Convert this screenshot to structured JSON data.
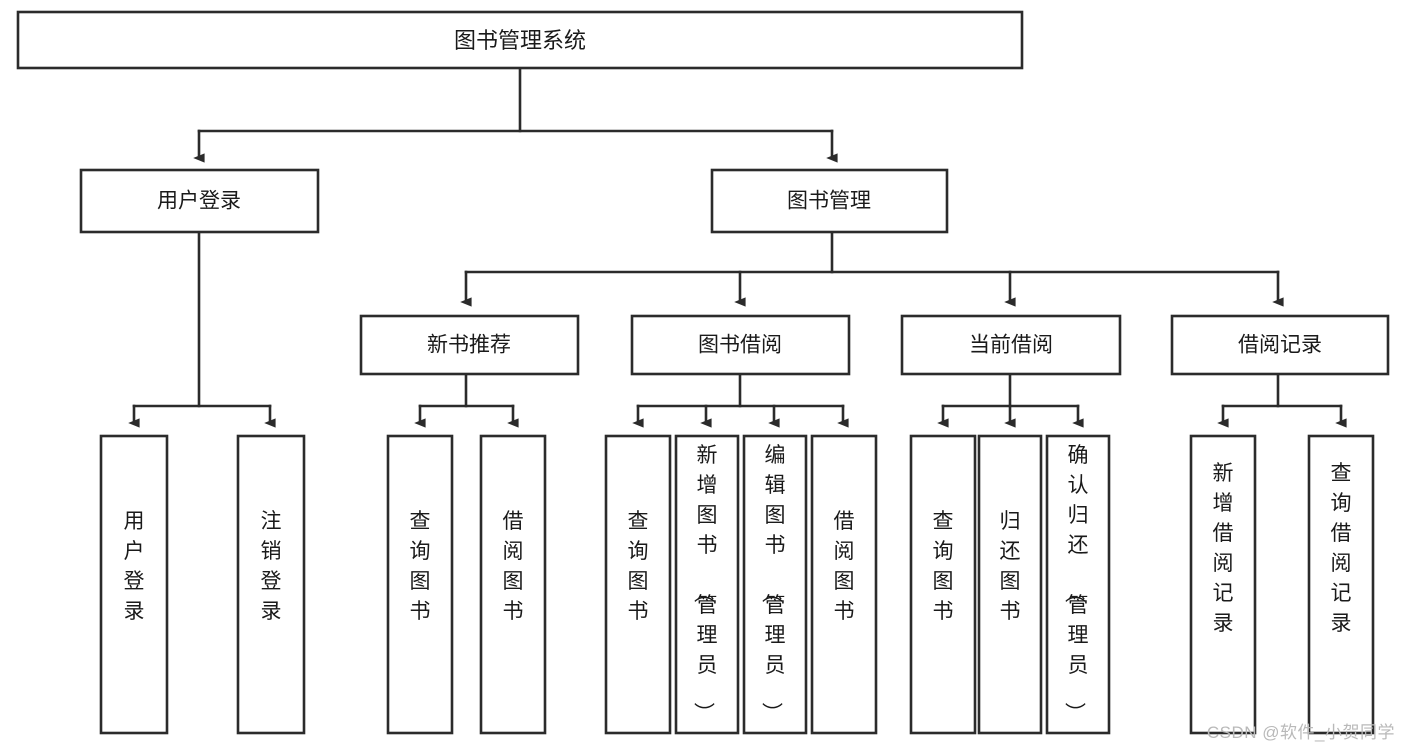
{
  "diagram": {
    "type": "tree",
    "title_node": "图书管理系统",
    "watermark": "CSDN @软件_小贺同学",
    "colors": {
      "stroke": "#2b2b2b",
      "fill": "#ffffff",
      "text": "#1a1a1a",
      "watermark": "#b9b9b9"
    },
    "root": {
      "label": "图书管理系统"
    },
    "level2": [
      {
        "label": "用户登录"
      },
      {
        "label": "图书管理"
      }
    ],
    "level3": [
      {
        "label": "新书推荐"
      },
      {
        "label": "图书借阅"
      },
      {
        "label": "当前借阅"
      },
      {
        "label": "借阅记录"
      }
    ],
    "leaves": {
      "user_login": [
        {
          "label": "用户登录"
        },
        {
          "label": "注销登录"
        }
      ],
      "new_book_recommend": [
        {
          "label": "查询图书"
        },
        {
          "label": "借阅图书"
        }
      ],
      "book_borrow": [
        {
          "label": "查询图书"
        },
        {
          "label": "新增图书（管理员）"
        },
        {
          "label": "编辑图书（管理员）"
        },
        {
          "label": "借阅图书"
        }
      ],
      "current_borrow": [
        {
          "label": "查询图书"
        },
        {
          "label": "归还图书"
        },
        {
          "label": "确认归还（管理员）"
        }
      ],
      "borrow_record": [
        {
          "label": "新增借阅记录"
        },
        {
          "label": "查询借阅记录"
        }
      ]
    }
  }
}
